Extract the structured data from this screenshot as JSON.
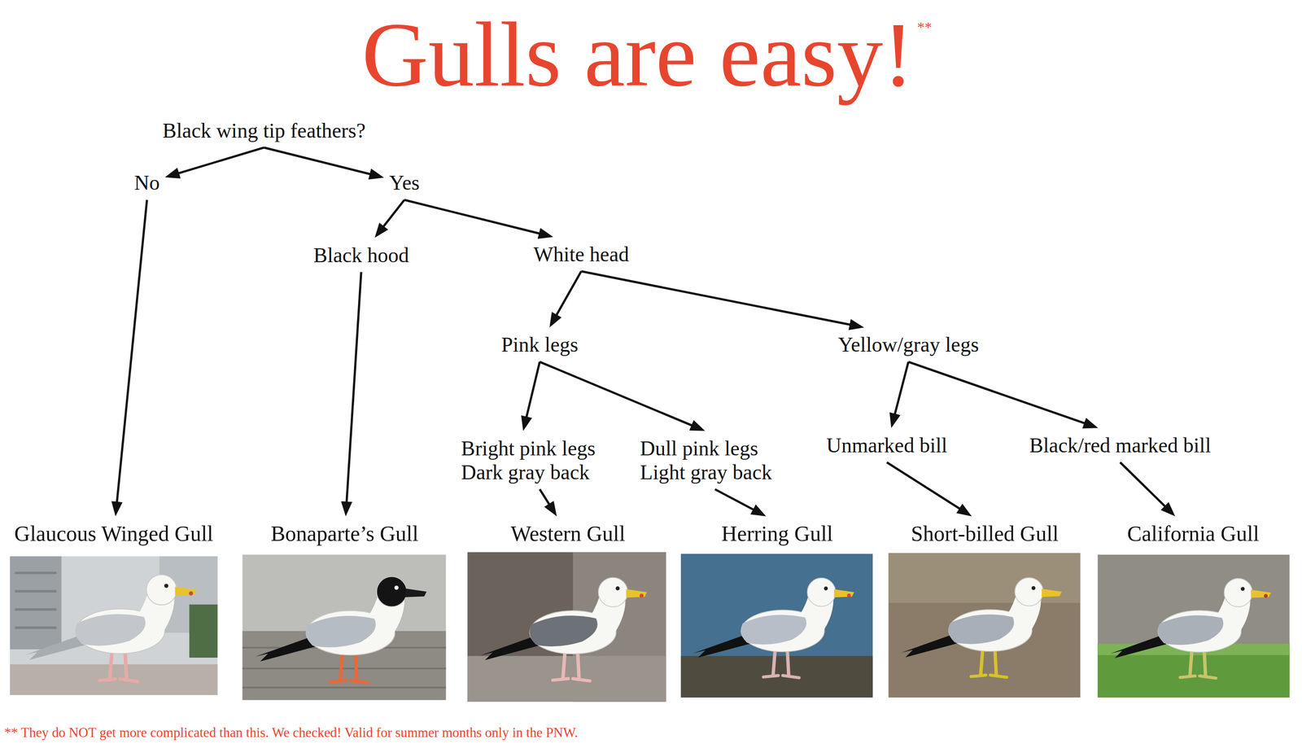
{
  "diagram": {
    "title": "Gulls are easy!",
    "caption": "** They do NOT get more complicated than this. We checked! Valid for summer months only in the PNW.",
    "nodes": [
      {
        "text": [
          "Black wing tip feathers?"
        ]
      },
      {
        "text": [
          "No"
        ]
      },
      {
        "text": [
          "Yes"
        ]
      },
      {
        "text": [
          "Black hood"
        ]
      },
      {
        "text": [
          "White head"
        ]
      },
      {
        "text": [
          "Pink legs"
        ]
      },
      {
        "text": [
          "Yellow/gray legs"
        ]
      },
      {
        "text": [
          "Bright pink legs Dark gray back"
        ]
      },
      {
        "text": [
          "Dull pink legs Light gray back"
        ]
      },
      {
        "text": [
          "Unmarked bill"
        ]
      },
      {
        "text": [
          "Black/red marked bill"
        ]
      },
      {
        "text": [
          "Glaucous Winged Gull"
        ]
      },
      {
        "text": [
          "Bonaparte’s Gull"
        ]
      },
      {
        "text": [
          "Western Gull"
        ]
      },
      {
        "text": [
          "Herring Gull"
        ]
      },
      {
        "text": [
          "Short-billed Gull"
        ]
      },
      {
        "text": [
          "California Gull"
        ]
      }
    ],
    "edges": [
      {
        "from": 0,
        "to": 1,
        "arrow": "to"
      },
      {
        "from": 0,
        "to": 2,
        "arrow": "to"
      },
      {
        "from": 1,
        "to": 11,
        "arrow": "to"
      },
      {
        "from": 2,
        "to": 3,
        "arrow": "to"
      },
      {
        "from": 2,
        "to": 4,
        "arrow": "to"
      },
      {
        "from": 3,
        "to": 12,
        "arrow": "to"
      },
      {
        "from": 4,
        "to": 5,
        "arrow": "to"
      },
      {
        "from": 4,
        "to": 6,
        "arrow": "to"
      },
      {
        "from": 5,
        "to": 7,
        "arrow": "to"
      },
      {
        "from": 5,
        "to": 8,
        "arrow": "to"
      },
      {
        "from": 6,
        "to": 9,
        "arrow": "to"
      },
      {
        "from": 6,
        "to": 10,
        "arrow": "to"
      },
      {
        "from": 7,
        "to": 13,
        "arrow": "to"
      },
      {
        "from": 8,
        "to": 14,
        "arrow": "to"
      },
      {
        "from": 9,
        "to": 15,
        "arrow": "to"
      },
      {
        "from": 10,
        "to": 16,
        "arrow": "to"
      }
    ],
    "labels": [
      "**"
    ]
  }
}
